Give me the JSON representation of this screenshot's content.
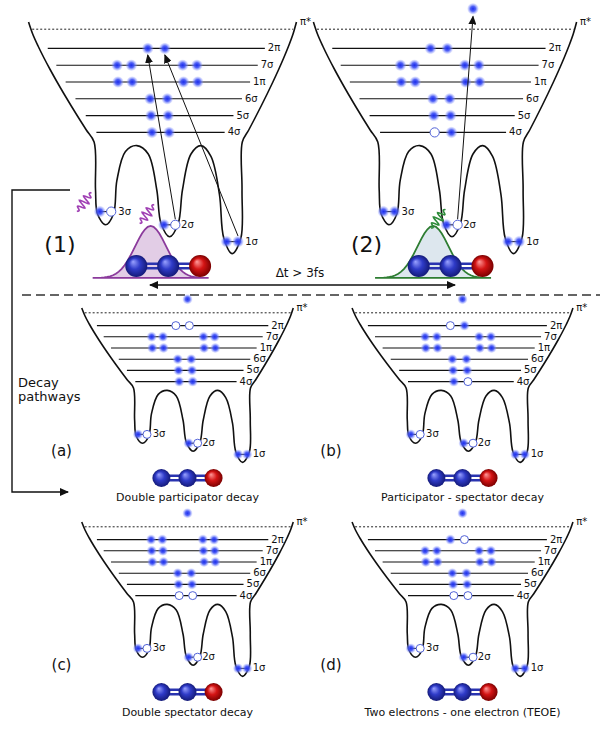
{
  "diagram": {
    "labels": [
      "π*",
      "2π",
      "7σ",
      "1π",
      "6σ",
      "5σ",
      "4σ",
      "3σ",
      "2σ",
      "1σ",
      "(1)",
      "π*",
      "2π",
      "7σ",
      "1π",
      "6σ",
      "5σ",
      "4σ",
      "3σ",
      "2σ",
      "1σ",
      "(2)",
      "Δt > 3fs",
      "Decay pathways",
      "π*",
      "2π",
      "7σ",
      "1π",
      "6σ",
      "5σ",
      "4σ",
      "3σ",
      "2σ",
      "1σ",
      "(a)",
      "Double participator decay",
      "π*",
      "2π",
      "7σ",
      "1π",
      "6σ",
      "5σ",
      "4σ",
      "3σ",
      "2σ",
      "1σ",
      "(b)",
      "Participator - spectator decay",
      "π*",
      "2π",
      "7σ",
      "1π",
      "6σ",
      "5σ",
      "4σ",
      "3σ",
      "2σ",
      "1σ",
      "(c)",
      "Double spectator decay",
      "π*",
      "2π",
      "7σ",
      "1π",
      "6σ",
      "5σ",
      "4σ",
      "3σ",
      "2σ",
      "1σ",
      "(d)",
      "Two electrons - one electron (TEOE)"
    ]
  }
}
